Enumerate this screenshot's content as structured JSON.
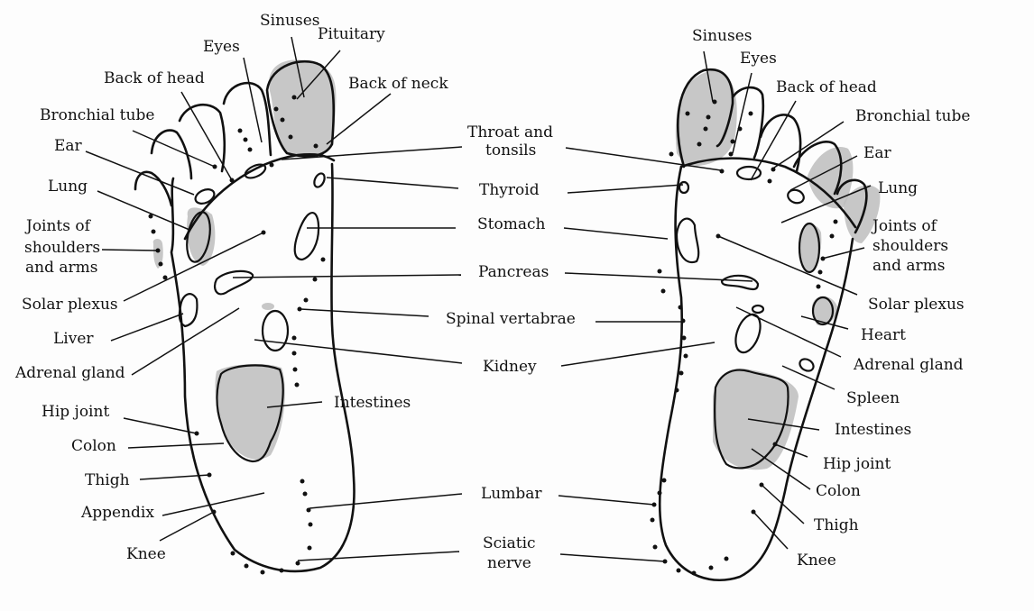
{
  "title": "Foot reflexology chart",
  "colors": {
    "ink": "#111111",
    "shade": "#bdbdbd",
    "background": "#fdfdfd"
  },
  "left_foot": {
    "labels": [
      {
        "id": "sinuses",
        "text": "Sinuses"
      },
      {
        "id": "pituitary",
        "text": "Pituitary"
      },
      {
        "id": "eyes",
        "text": "Eyes"
      },
      {
        "id": "back-of-head",
        "text": "Back of head"
      },
      {
        "id": "back-of-neck",
        "text": "Back of neck"
      },
      {
        "id": "bronchial-tube",
        "text": "Bronchial tube"
      },
      {
        "id": "ear",
        "text": "Ear"
      },
      {
        "id": "lung",
        "text": "Lung"
      },
      {
        "id": "joints-shoulders-arms",
        "lines": [
          "Joints of",
          "shoulders",
          "and arms"
        ]
      },
      {
        "id": "solar-plexus",
        "text": "Solar plexus"
      },
      {
        "id": "liver",
        "text": "Liver"
      },
      {
        "id": "adrenal-gland",
        "text": "Adrenal gland"
      },
      {
        "id": "hip-joint",
        "text": "Hip joint"
      },
      {
        "id": "colon",
        "text": "Colon"
      },
      {
        "id": "thigh",
        "text": "Thigh"
      },
      {
        "id": "appendix",
        "text": "Appendix"
      },
      {
        "id": "knee",
        "text": "Knee"
      },
      {
        "id": "intestines",
        "text": "Intestines"
      }
    ]
  },
  "center_labels": [
    {
      "id": "throat-tonsils",
      "lines": [
        "Throat and",
        "tonsils"
      ]
    },
    {
      "id": "thyroid",
      "text": "Thyroid"
    },
    {
      "id": "stomach",
      "text": "Stomach"
    },
    {
      "id": "pancreas",
      "text": "Pancreas"
    },
    {
      "id": "spinal-vertabrae",
      "text": "Spinal vertabrae"
    },
    {
      "id": "kidney",
      "text": "Kidney"
    },
    {
      "id": "lumbar",
      "text": "Lumbar"
    },
    {
      "id": "sciatic-nerve",
      "lines": [
        "Sciatic",
        "nerve"
      ]
    }
  ],
  "right_foot": {
    "labels": [
      {
        "id": "sinuses",
        "text": "Sinuses"
      },
      {
        "id": "eyes",
        "text": "Eyes"
      },
      {
        "id": "back-of-head",
        "text": "Back of head"
      },
      {
        "id": "bronchial-tube",
        "text": "Bronchial tube"
      },
      {
        "id": "ear",
        "text": "Ear"
      },
      {
        "id": "lung",
        "text": "Lung"
      },
      {
        "id": "joints-shoulders-arms",
        "lines": [
          "Joints of",
          "shoulders",
          "and arms"
        ]
      },
      {
        "id": "solar-plexus",
        "text": "Solar plexus"
      },
      {
        "id": "heart",
        "text": "Heart"
      },
      {
        "id": "adrenal-gland",
        "text": "Adrenal gland"
      },
      {
        "id": "spleen",
        "text": "Spleen"
      },
      {
        "id": "intestines",
        "text": "Intestines"
      },
      {
        "id": "hip-joint",
        "text": "Hip joint"
      },
      {
        "id": "colon",
        "text": "Colon"
      },
      {
        "id": "thigh",
        "text": "Thigh"
      },
      {
        "id": "knee",
        "text": "Knee"
      }
    ]
  }
}
